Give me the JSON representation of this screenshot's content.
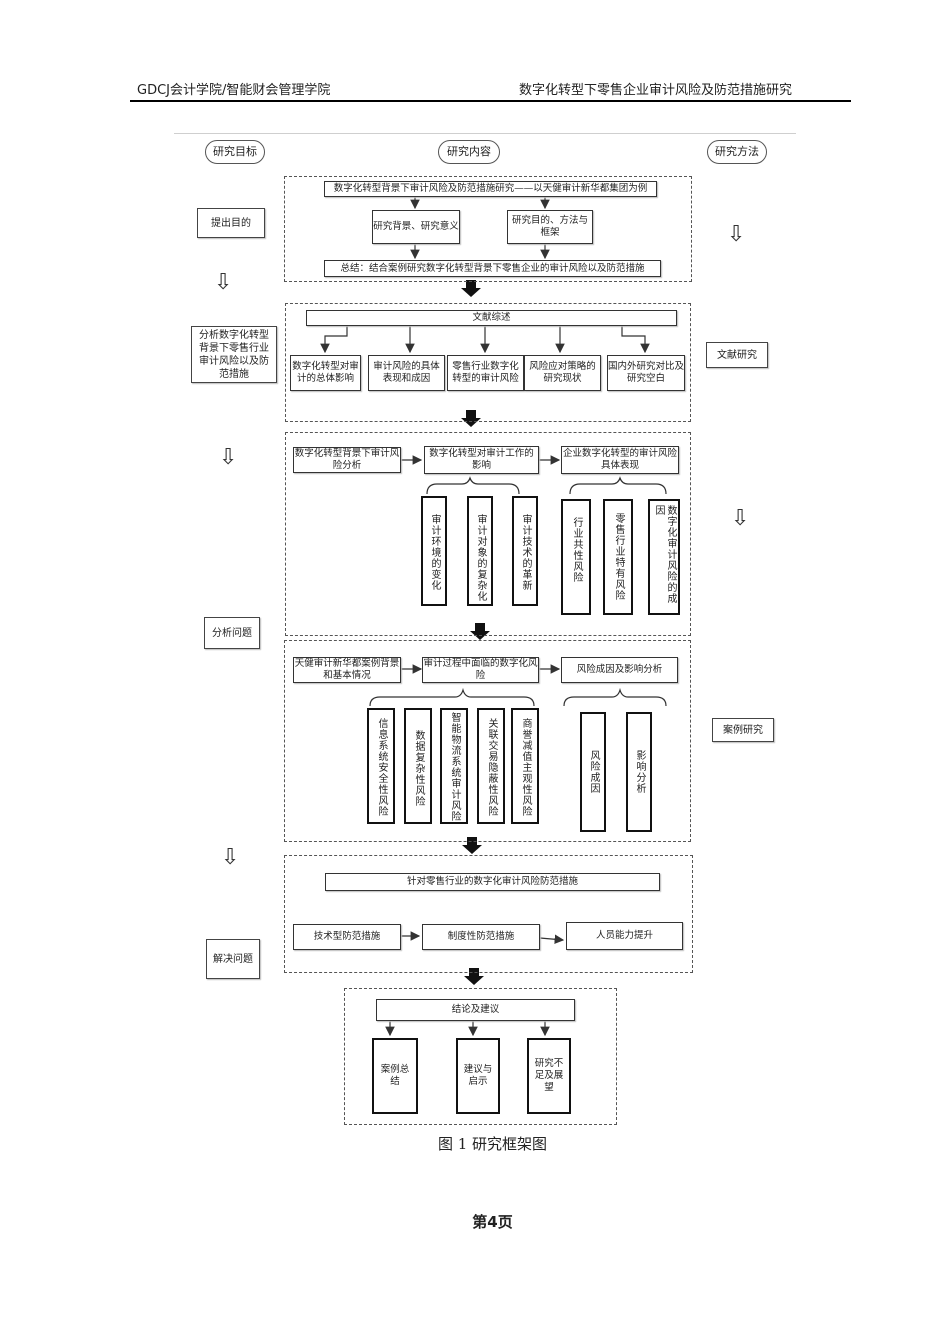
{
  "header": {
    "left": "GDCJ会计学院/智能财会管理学院",
    "right": "数字化转型下零售企业审计风险及防范措施研究"
  },
  "columns": {
    "left": "研究目标",
    "middle": "研究内容",
    "right": "研究方法"
  },
  "goals": {
    "g1": "提出目的",
    "g2": "分析数字化转型背景下零售行业审计风险以及防范措施",
    "g3": "分析问题",
    "g4": "解决问题"
  },
  "methods": {
    "m1": "文献研究",
    "m2": "案例研究"
  },
  "section1": {
    "title": "数字化转型背景下审计风险及防范措施研究——以天健审计新华都集团为例",
    "left": "研究背景、研究意义",
    "right": "研究目的、方法与框架",
    "summary": "总结：结合案例研究数字化转型背景下零售企业的审计风险以及防范措施"
  },
  "section2": {
    "title": "文献综述",
    "items": [
      "数字化转型对审计的总体影响",
      "审计风险的具体表现和成因",
      "零售行业数字化转型的审计风险",
      "风险应对策略的研究现状",
      "国内外研究对比及研究空白"
    ]
  },
  "section3": {
    "a": "数字化转型背景下审计风险分析",
    "b": "数字化转型对审计工作的影响",
    "c": "企业数字化转型的审计风险具体表现",
    "impacts": [
      "审计环境的变化",
      "审计对象的复杂化",
      "审计技术的革新"
    ],
    "risks": [
      "行业共性风险",
      "零售行业特有风险",
      "数字化审计风险的成因"
    ]
  },
  "section4": {
    "a": "天健审计新华都案例背景和基本情况",
    "b": "审计过程中面临的数字化风险",
    "c": "风险成因及影响分析",
    "risks": [
      "信息系统安全性风险",
      "数据复杂性风险",
      "智能物流系统审计风险",
      "关联交易隐蔽性风险",
      "商誉减值主观性风险"
    ],
    "analysis": [
      "风险成因",
      "影响分析"
    ]
  },
  "section5": {
    "title": "针对零售行业的数字化审计风险防范措施",
    "items": [
      "技术型防范措施",
      "制度性防范措施",
      "人员能力提升"
    ]
  },
  "section6": {
    "title": "结论及建议",
    "items": [
      "案例总结",
      "建议与启示",
      "研究不足及展望"
    ]
  },
  "caption": "图 1 研究框架图",
  "page_number": "第4页"
}
